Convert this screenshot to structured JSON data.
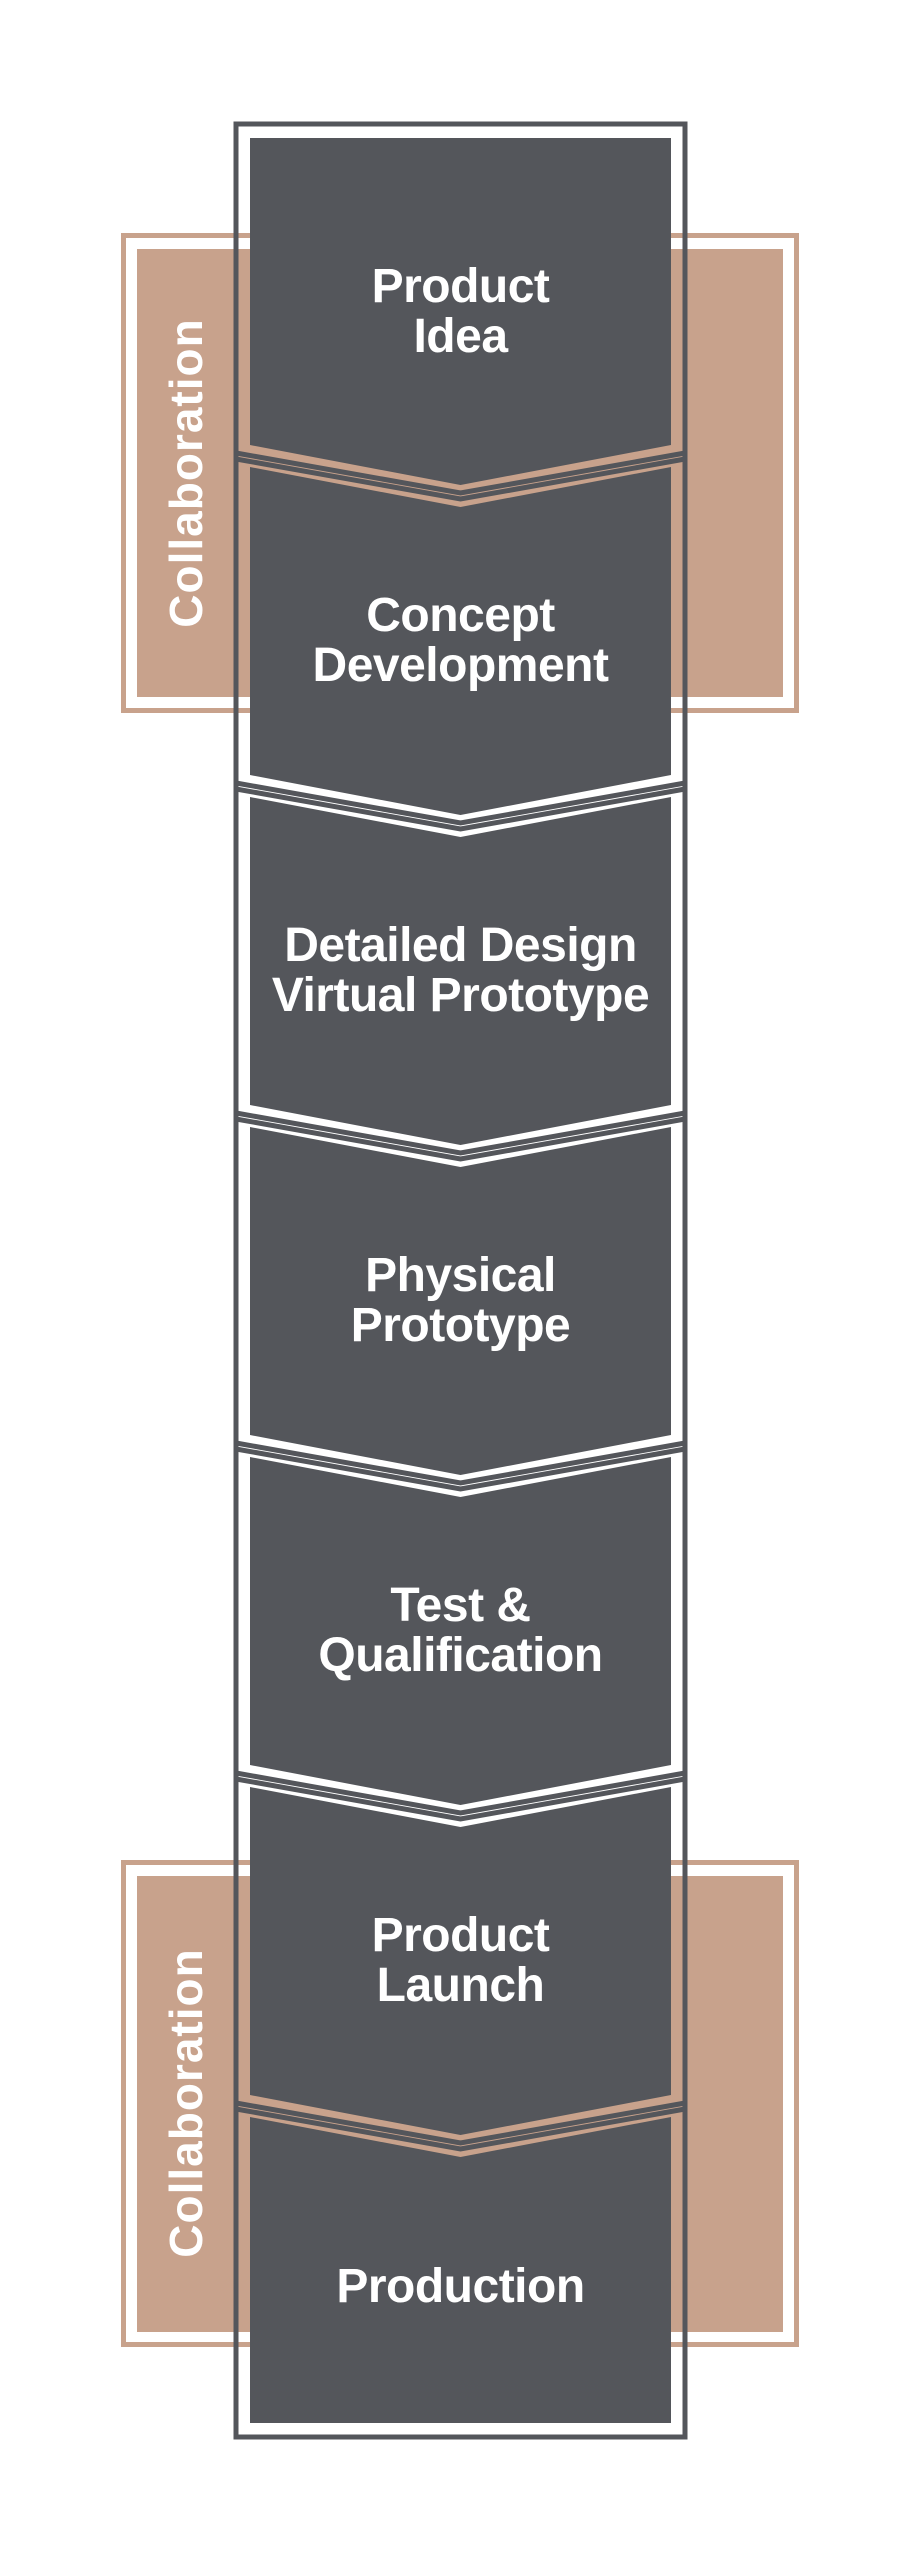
{
  "diagram": {
    "stages": [
      {
        "label": "Product Idea",
        "lines": [
          "Product",
          "Idea"
        ]
      },
      {
        "label": "Concept Development",
        "lines": [
          "Concept",
          "Development"
        ]
      },
      {
        "label": "Detailed Design Virtual Prototype",
        "lines": [
          "Detailed Design",
          "Virtual Prototype"
        ]
      },
      {
        "label": "Physical Prototype",
        "lines": [
          "Physical",
          "Prototype"
        ]
      },
      {
        "label": "Test & Qualification",
        "lines": [
          "Test &",
          "Qualification"
        ]
      },
      {
        "label": "Product Launch",
        "lines": [
          "Product",
          "Launch"
        ]
      },
      {
        "label": "Production",
        "lines": [
          "Production"
        ]
      }
    ],
    "collaboration_bands": [
      {
        "label": "Collaboration"
      },
      {
        "label": "Collaboration"
      }
    ],
    "colors": {
      "stage_fill": "#54565B",
      "stage_outline": "#54565B",
      "band_fill": "#C8A28C",
      "band_outline": "#C8A28C",
      "label_text": "#FFFFFF"
    }
  }
}
